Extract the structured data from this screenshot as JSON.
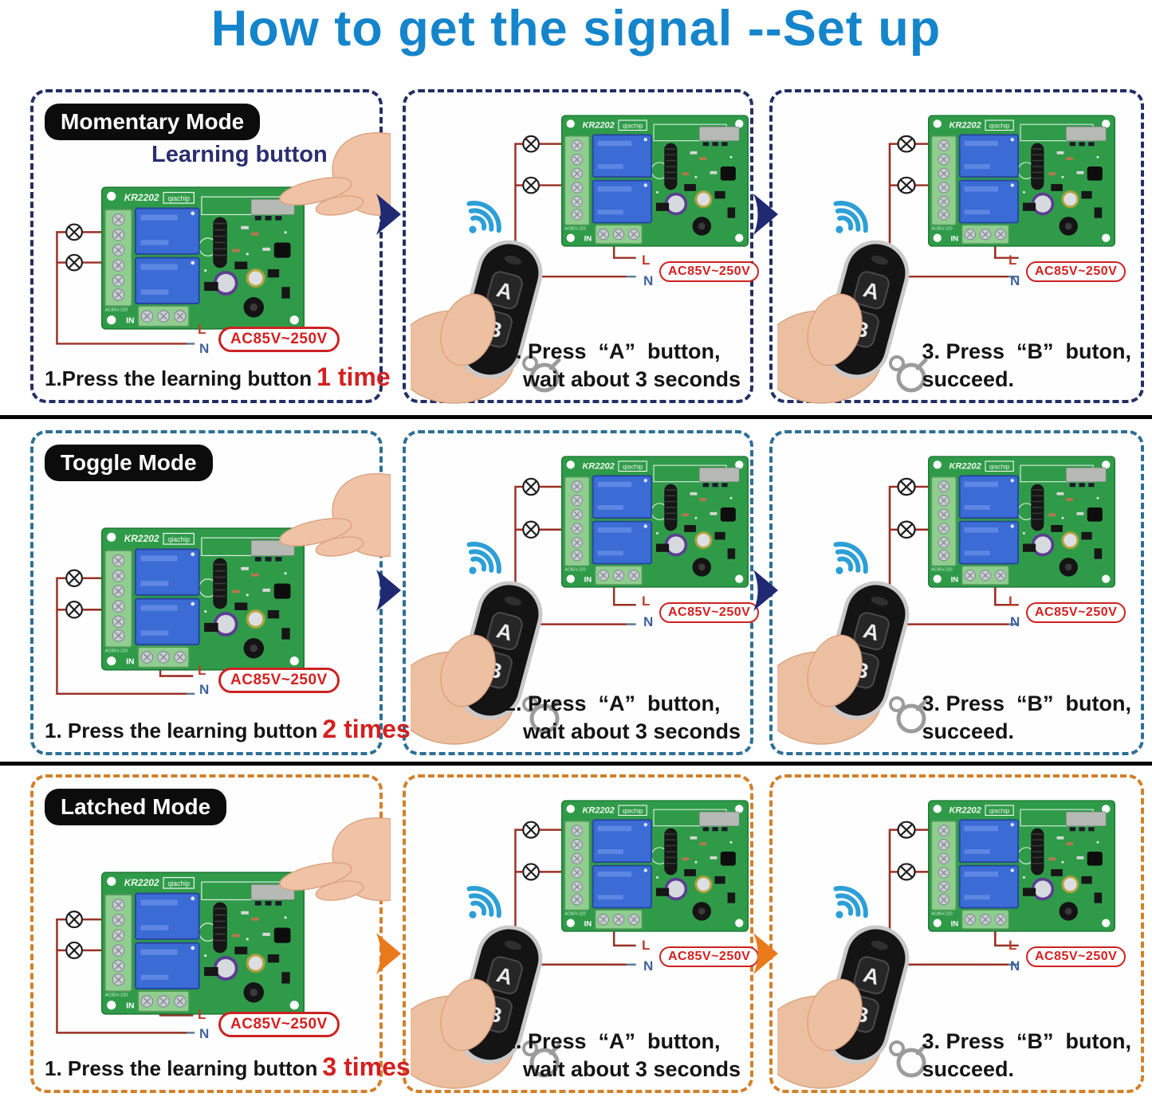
{
  "title": "How to get the signal --Set up",
  "colors": {
    "title_blue": "#1585cb",
    "row1_border": "#232f63",
    "row2_border": "#2e6f96",
    "row3_border": "#d2802a",
    "arrow_navy": "#1f2a72",
    "arrow_orange": "#e87a1c",
    "accent_red": "#d42020",
    "wifi_blue": "#2d9fd6",
    "pcb_green": "#2f9b49",
    "relay_blue": "#3b6bd5"
  },
  "board": {
    "model": "KR2202",
    "brand": "qiachip",
    "in_label": "IN",
    "side_label": "AC85V-220"
  },
  "power_label": "AC85V~250V",
  "wire_labels": {
    "live": "L",
    "neutral": "N"
  },
  "remote_buttons": {
    "a": "A",
    "b": "B"
  },
  "rows": [
    {
      "mode": "Momentary Mode",
      "annotation": "Learning button",
      "step1": "1.Press the learning button",
      "step1_highlight": "1 time",
      "step2_line1": "2. Press  “A”  button,",
      "step2_line2": "wait about 3 seconds",
      "step3_line1": "3. Press  “B”  buton,",
      "step3_line2": "succeed."
    },
    {
      "mode": "Toggle Mode",
      "step1": "1. Press the learning button",
      "step1_highlight": "2 times",
      "step2_line1": "2. Press  “A”  button,",
      "step2_line2": "wait about 3 seconds",
      "step3_line1": "3. Press  “B”  buton,",
      "step3_line2": "succeed."
    },
    {
      "mode": "Latched Mode",
      "step1": "1. Press the learning button",
      "step1_highlight": "3 times",
      "step2_line1": "2. Press  “A”  button,",
      "step2_line2": "wait about 3 seconds",
      "step3_line1": "3. Press  “B”  buton,",
      "step3_line2": "succeed."
    }
  ]
}
